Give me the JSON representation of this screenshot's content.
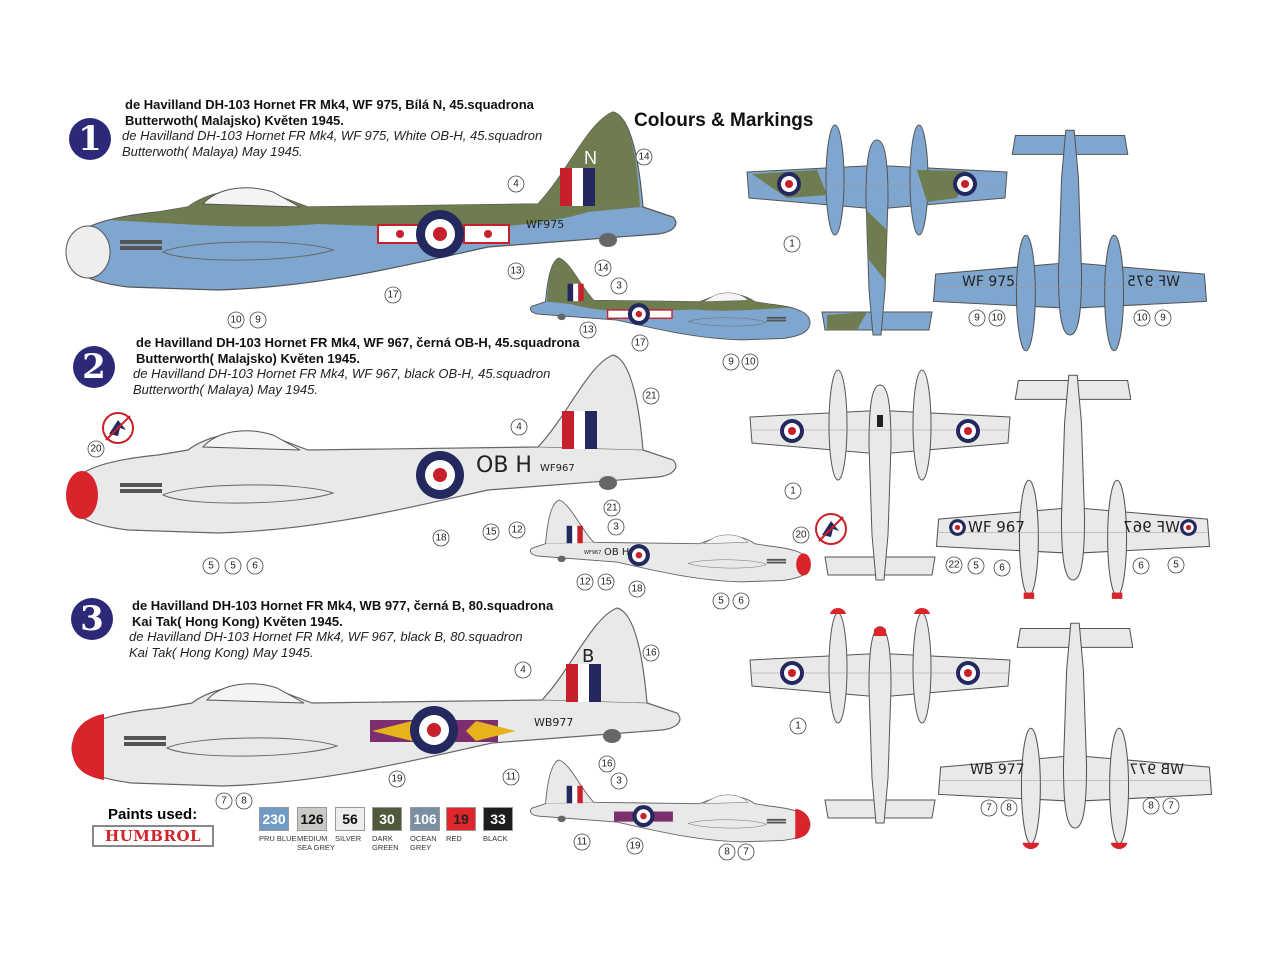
{
  "title": "Colours & Markings",
  "colors": {
    "pru_blue": "#7fa6cf",
    "dark_green": "#6e7c4f",
    "sea_grey": "#e9e9ea",
    "red": "#c8202a",
    "roundel_blue": "#23285e",
    "badge": "#2c2a78",
    "purple": "#7b2f6e",
    "yellow": "#e8b21c"
  },
  "schemes": [
    {
      "number": "1",
      "cz_line1": "de Havilland DH-103 Hornet FR Mk4, WF 975, Bílá N, 45.squadrona",
      "cz_line2": "Butterwoth( Malajsko) Květen 1945.",
      "en_line1": "de Havilland DH-103 Hornet FR Mk4, WF 975, White OB-H, 45.squadron",
      "en_line2": "Butterwoth( Malaya) May 1945.",
      "fin_code": "N",
      "serial": "WF975",
      "under_left": "WF 975",
      "under_right": "WF 975"
    },
    {
      "number": "2",
      "cz_line1": "de Havilland DH-103 Hornet FR Mk4, WF 967, černá OB-H, 45.squadrona",
      "cz_line2": "Butterworth( Malajsko) Květen 1945.",
      "en_line1": "de Havilland DH-103 Hornet FR Mk4, WF 967, black OB-H, 45.squadron",
      "en_line2": "Butterworth( Malaya) May 1945.",
      "code": "OB H",
      "serial": "WF967",
      "under_left": "WF 967",
      "under_right": "WF 967"
    },
    {
      "number": "3",
      "cz_line1": "de Havilland DH-103 Hornet FR Mk4, WB 977, černá B, 80.squadrona",
      "cz_line2": "Kai Tak( Hong Kong) Květen 1945.",
      "en_line1": "de Havilland DH-103 Hornet FR Mk4, WF 967, black B, 80.squadron",
      "en_line2": "Kai Tak( Hong Kong) May 1945.",
      "fin_code": "B",
      "serial": "WB977",
      "under_left": "WB 977",
      "under_right": "WB 977"
    }
  ],
  "callouts": {
    "s1": [
      "4",
      "14",
      "13",
      "17",
      "10",
      "9",
      "14",
      "3",
      "13",
      "17",
      "9",
      "10",
      "1",
      "9",
      "10",
      "10",
      "9"
    ],
    "s2": [
      "20",
      "4",
      "21",
      "18",
      "15",
      "12",
      "5",
      "5",
      "6",
      "21",
      "3",
      "20",
      "12",
      "15",
      "18",
      "5",
      "6",
      "1",
      "22",
      "5",
      "6",
      "6",
      "5"
    ],
    "s3": [
      "4",
      "16",
      "19",
      "11",
      "7",
      "8",
      "16",
      "3",
      "11",
      "19",
      "8",
      "7",
      "1",
      "7",
      "8",
      "8",
      "7"
    ]
  },
  "paints": {
    "title": "Paints used:",
    "brand": "HUMBROL",
    "items": [
      {
        "code": "230",
        "name": "PRU BLUE",
        "color": "#6f9bc4",
        "text": "#fff"
      },
      {
        "code": "126",
        "name": "MEDIUM SEA GREY",
        "color": "#c9c9c6",
        "text": "#111"
      },
      {
        "code": "56",
        "name": "SILVER",
        "color": "#ededed",
        "text": "#111"
      },
      {
        "code": "30",
        "name": "DARK GREEN",
        "color": "#4e5a3b",
        "text": "#fff"
      },
      {
        "code": "106",
        "name": "OCEAN GREY",
        "color": "#7b8fa3",
        "text": "#fff"
      },
      {
        "code": "19",
        "name": "RED",
        "color": "#e1252b",
        "text": "#222"
      },
      {
        "code": "33",
        "name": "BLACK",
        "color": "#1d1d1d",
        "text": "#fff"
      }
    ]
  }
}
